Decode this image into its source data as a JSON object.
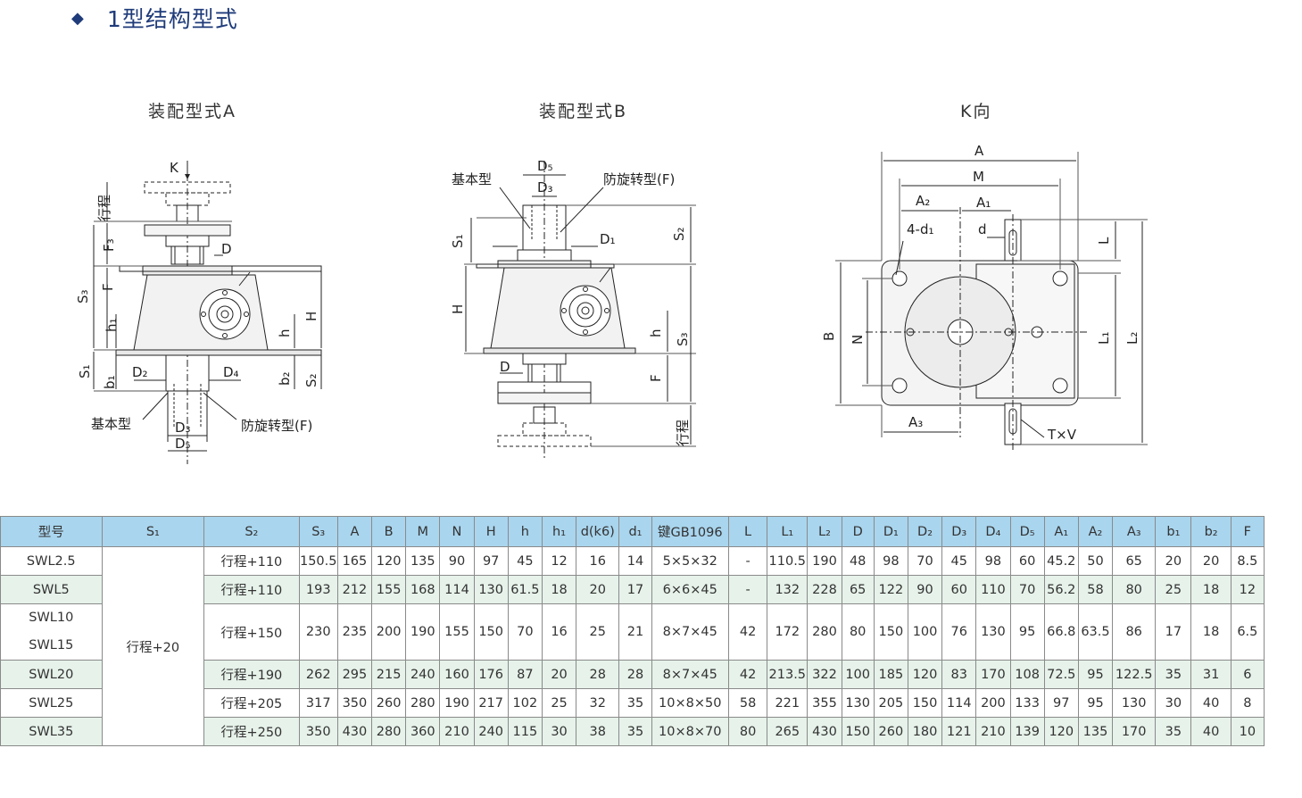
{
  "header": {
    "bullet": "◆",
    "title": "1型结构型式"
  },
  "drawings": {
    "a": {
      "caption": "装配型式A",
      "labels": {
        "k": "K",
        "stroke": "行程",
        "f3": "F₃",
        "d": "D",
        "f": "F",
        "s3": "S₃",
        "h_big": "H",
        "h1": "h₁",
        "h": "h",
        "s1": "S₁",
        "b1": "b₁",
        "d2": "D₂",
        "d4": "D₄",
        "b2": "b₂",
        "s2": "S₂",
        "basic": "基本型",
        "anti": "防旋转型(F)",
        "d3": "D₃",
        "d5": "D₅"
      }
    },
    "b": {
      "caption": "装配型式B",
      "labels": {
        "d5": "D₅",
        "d3": "D₃",
        "basic": "基本型",
        "anti": "防旋转型(F)",
        "s1": "S₁",
        "d1": "D₁",
        "s2": "S₂",
        "h_big": "H",
        "h": "h",
        "s3": "S₃",
        "d": "D",
        "f": "F",
        "stroke": "行程"
      }
    },
    "k": {
      "caption": "K向",
      "labels": {
        "a": "A",
        "m": "M",
        "a2": "A₂",
        "a1": "A₁",
        "holes": "4-d₁",
        "d": "d",
        "l": "L",
        "b": "B",
        "n": "N",
        "l1": "L₁",
        "l2": "L₂",
        "a3": "A₃",
        "txv": "T×V"
      }
    }
  },
  "table": {
    "headers": [
      "型号",
      "S₁",
      "S₂",
      "S₃",
      "A",
      "B",
      "M",
      "N",
      "H",
      "h",
      "h₁",
      "d(k6)",
      "d₁",
      "键GB1096",
      "L",
      "L₁",
      "L₂",
      "D",
      "D₁",
      "D₂",
      "D₃",
      "D₄",
      "D₅",
      "A₁",
      "A₂",
      "A₃",
      "b₁",
      "b₂",
      "F"
    ],
    "s1_value": "行程+20",
    "rows": [
      {
        "model": [
          "SWL2.5"
        ],
        "cells": [
          "行程+110",
          "150.5",
          "165",
          "120",
          "135",
          "90",
          "97",
          "45",
          "12",
          "16",
          "14",
          "5×5×32",
          "-",
          "110.5",
          "190",
          "48",
          "98",
          "70",
          "45",
          "98",
          "60",
          "45.2",
          "50",
          "65",
          "20",
          "20",
          "8.5"
        ]
      },
      {
        "model": [
          "SWL5"
        ],
        "cells": [
          "行程+110",
          "193",
          "212",
          "155",
          "168",
          "114",
          "130",
          "61.5",
          "18",
          "20",
          "17",
          "6×6×45",
          "-",
          "132",
          "228",
          "65",
          "122",
          "90",
          "60",
          "110",
          "70",
          "56.2",
          "58",
          "80",
          "25",
          "18",
          "12"
        ]
      },
      {
        "model": [
          "SWL10",
          "SWL15"
        ],
        "cells": [
          "行程+150",
          "230",
          "235",
          "200",
          "190",
          "155",
          "150",
          "70",
          "16",
          "25",
          "21",
          "8×7×45",
          "42",
          "172",
          "280",
          "80",
          "150",
          "100",
          "76",
          "130",
          "95",
          "66.8",
          "63.5",
          "86",
          "17",
          "18",
          "6.5"
        ]
      },
      {
        "model": [
          "SWL20"
        ],
        "cells": [
          "行程+190",
          "262",
          "295",
          "215",
          "240",
          "160",
          "176",
          "87",
          "20",
          "28",
          "28",
          "8×7×45",
          "42",
          "213.5",
          "322",
          "100",
          "185",
          "120",
          "83",
          "170",
          "108",
          "72.5",
          "95",
          "122.5",
          "35",
          "31",
          "6"
        ]
      },
      {
        "model": [
          "SWL25"
        ],
        "cells": [
          "行程+205",
          "317",
          "350",
          "260",
          "280",
          "190",
          "217",
          "102",
          "25",
          "32",
          "35",
          "10×8×50",
          "58",
          "221",
          "355",
          "130",
          "205",
          "150",
          "114",
          "200",
          "133",
          "97",
          "95",
          "130",
          "30",
          "40",
          "8"
        ]
      },
      {
        "model": [
          "SWL35"
        ],
        "cells": [
          "行程+250",
          "350",
          "430",
          "280",
          "360",
          "210",
          "240",
          "115",
          "30",
          "38",
          "35",
          "10×8×70",
          "80",
          "265",
          "430",
          "150",
          "260",
          "180",
          "121",
          "210",
          "139",
          "120",
          "135",
          "170",
          "35",
          "40",
          "10"
        ]
      }
    ]
  }
}
